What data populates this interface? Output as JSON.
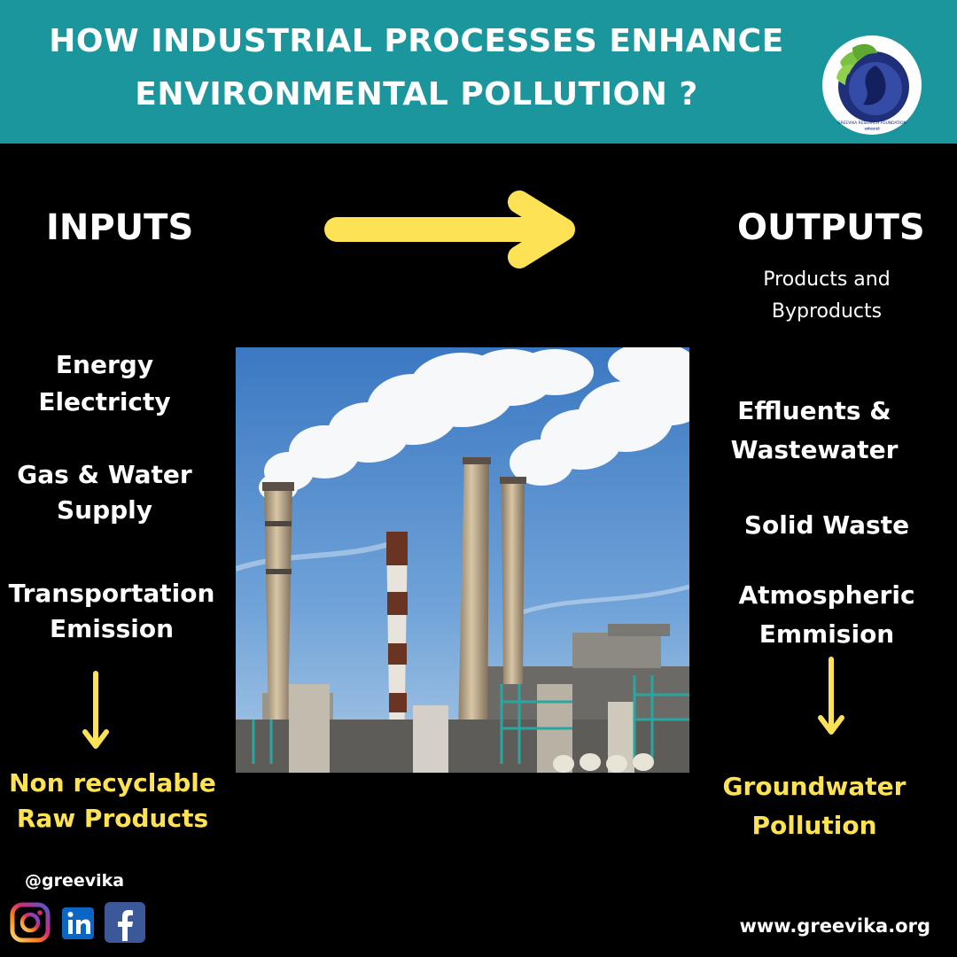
{
  "header": {
    "title_line1": "HOW INDUSTRIAL PROCESSES ENHANCE",
    "title_line2": "ENVIRONMENTAL POLLUTION ?"
  },
  "logo": {
    "ring_text": "GREEVIKA RESEARCH FOUNDATION",
    "tagline": "श्रमेवजयते"
  },
  "inputs": {
    "heading": "INPUTS",
    "items": [
      {
        "line1": "Energy",
        "line2": "Electricty"
      },
      {
        "line1": "Gas & Water",
        "line2": "Supply"
      },
      {
        "line1": "Transportation",
        "line2": "Emission"
      }
    ],
    "result": {
      "line1": "Non recyclable",
      "line2": "Raw Products"
    }
  },
  "outputs": {
    "heading": "OUTPUTS",
    "subheading": {
      "line1": "Products and",
      "line2": "Byproducts"
    },
    "items": [
      {
        "line1": "Effluents &",
        "line2": "Wastewater"
      },
      {
        "line1": "Solid Waste"
      },
      {
        "line1": "Atmospheric",
        "line2": "Emmision"
      }
    ],
    "result": {
      "line1": "Groundwater",
      "line2": "Pollution"
    }
  },
  "footer": {
    "handle": "@greevika",
    "website": "www.greevika.org",
    "social_icons": [
      "instagram-icon",
      "linkedin-icon",
      "facebook-icon"
    ]
  },
  "colors": {
    "header_bg": "#1a969c",
    "background": "#000000",
    "accent_yellow": "#fde255",
    "text": "#ffffff"
  }
}
